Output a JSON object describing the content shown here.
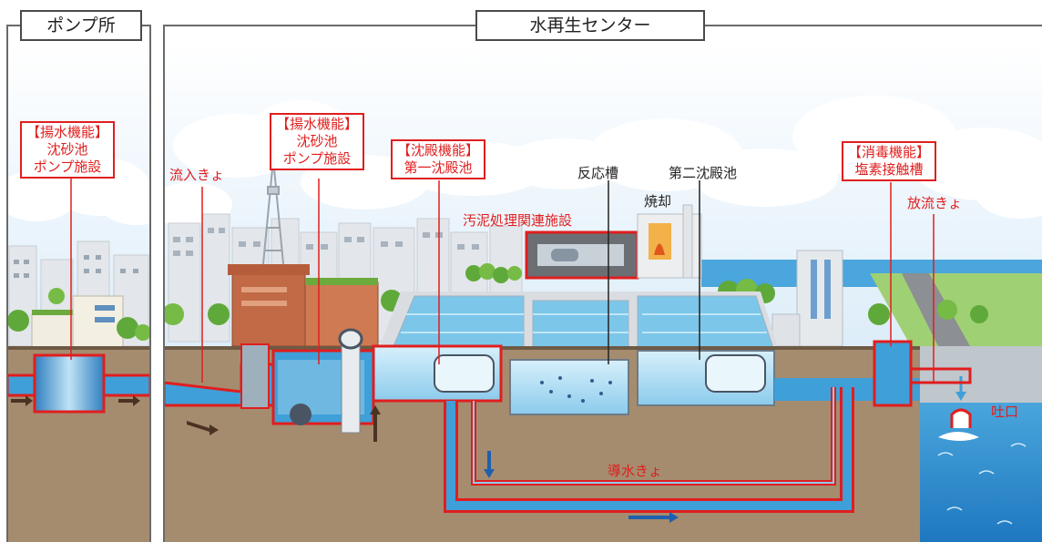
{
  "sections": {
    "pump_station": "ポンプ所",
    "reclamation_center": "水再生センター"
  },
  "labels": {
    "pump_station_facility": {
      "title": "【揚水機能】",
      "line1": "沈砂池",
      "line2": "ポンプ施設"
    },
    "center_pump_facility": {
      "title": "【揚水機能】",
      "line1": "沈砂池",
      "line2": "ポンプ施設"
    },
    "primary_sedimentation": {
      "title": "【沈殿機能】",
      "line1": "第一沈殿池"
    },
    "disinfection": {
      "title": "【消毒機能】",
      "line1": "塩素接触槽"
    },
    "inflow_conduit": "流入きょ",
    "reaction_tank": "反応槽",
    "secondary_sedimentation": "第二沈殿池",
    "incineration": "焼却",
    "sludge_facility": "汚泥処理関連施設",
    "discharge_conduit": "放流きょ",
    "outlet": "吐口",
    "headrace": "導水きょ"
  },
  "colors": {
    "sky": "#cfe6f6",
    "ground": "#a58c6f",
    "water": "#3f9fd8",
    "pipe_outline": "#e01e1e",
    "label_red": "#e01e1e",
    "flow_arrow_dark": "#4a3322",
    "flow_arrow_blue": "#1f5fae"
  },
  "icons": [
    "flow-arrow-icon",
    "cloud-icon",
    "tree-icon",
    "tower-icon"
  ]
}
